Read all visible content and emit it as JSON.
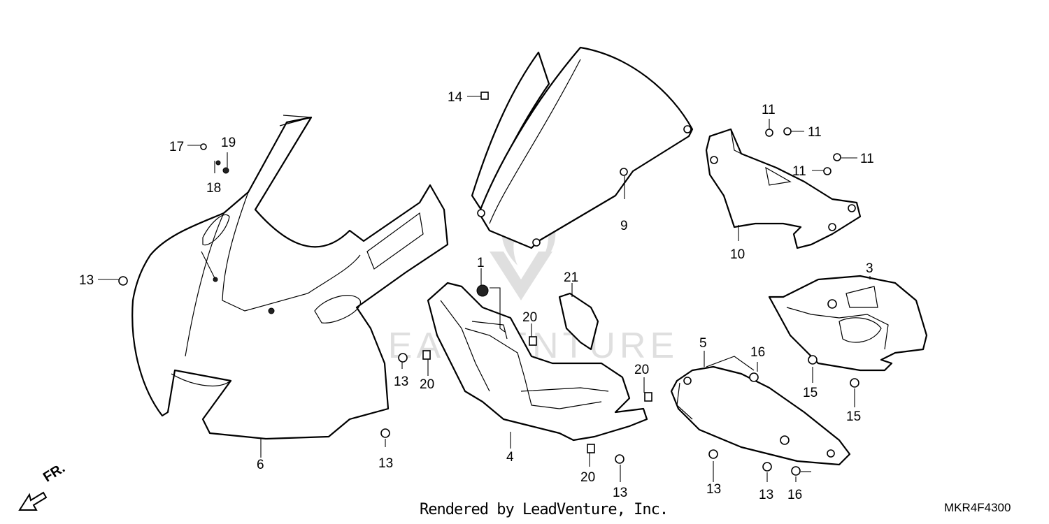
{
  "diagram": {
    "callouts": {
      "c1": "1",
      "c3": "3",
      "c4": "4",
      "c5": "5",
      "c6": "6",
      "c9": "9",
      "c10": "10",
      "c11a": "11",
      "c11b": "11",
      "c11c": "11",
      "c11d": "11",
      "c13a": "13",
      "c13b": "13",
      "c13c": "13",
      "c13d": "13",
      "c13e": "13",
      "c13f": "13",
      "c14": "14",
      "c15a": "15",
      "c15b": "15",
      "c16a": "16",
      "c16b": "16",
      "c17": "17",
      "c18": "18",
      "c19": "19",
      "c20a": "20",
      "c20b": "20",
      "c20c": "20",
      "c20d": "20",
      "c21": "21"
    },
    "direction_label": "FR.",
    "credit": "Rendered by LeadVenture, Inc.",
    "diagram_code": "MKR4F4300",
    "watermark": "LEADVENTURE"
  }
}
